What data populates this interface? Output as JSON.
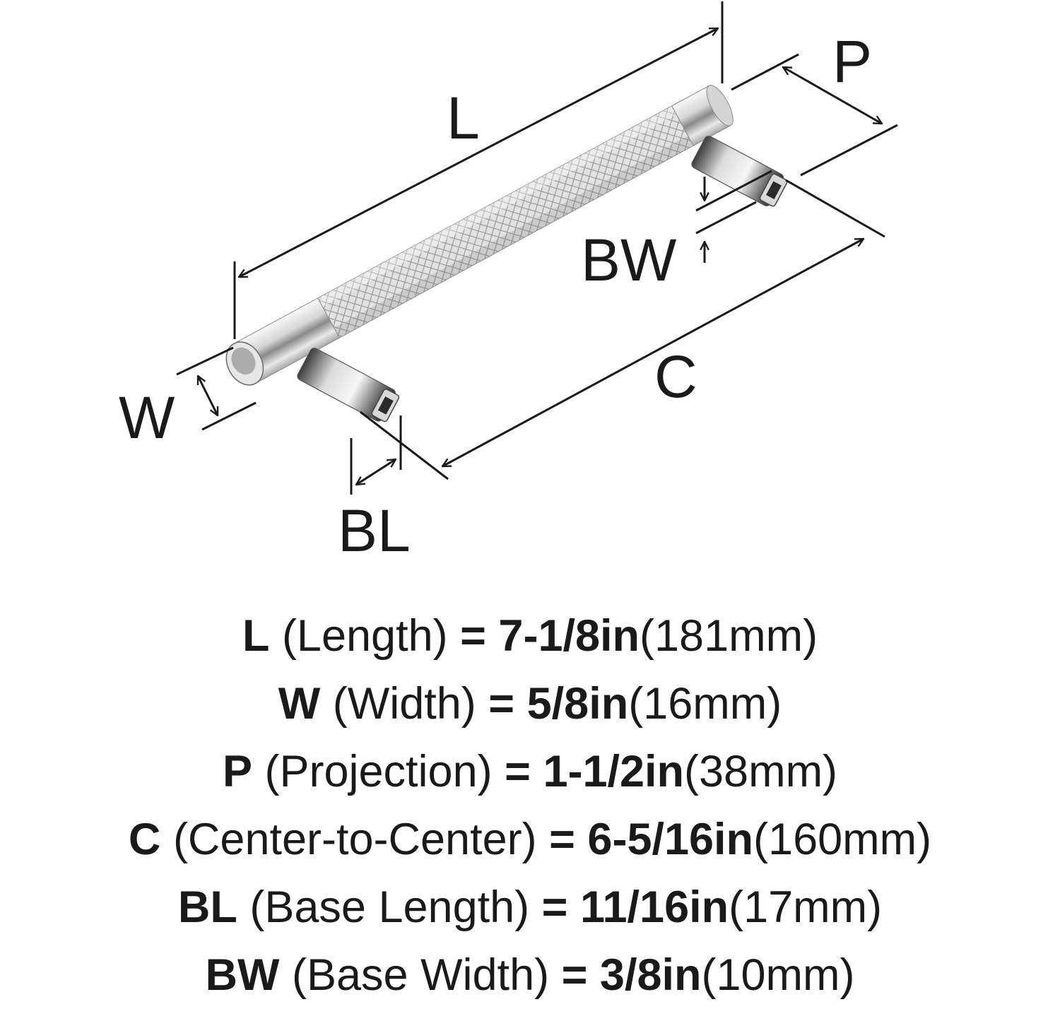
{
  "diagram": {
    "labels": {
      "L": "L",
      "P": "P",
      "BW": "BW",
      "W": "W",
      "BL": "BL",
      "C": "C"
    },
    "colors": {
      "line": "#1a1a1a",
      "metal_light": "#f4f4f4",
      "metal_mid": "#c9c9c9",
      "metal_dark": "#5a5a5a",
      "knurl": "#b8b8b8"
    }
  },
  "specs": [
    {
      "code": "L",
      "name": "(Length)",
      "eq": "=",
      "inches": "7-1/8in",
      "mm": "(181mm)"
    },
    {
      "code": "W",
      "name": "(Width)",
      "eq": "=",
      "inches": "5/8in",
      "mm": "(16mm)"
    },
    {
      "code": "P",
      "name": "(Projection)",
      "eq": "=",
      "inches": "1-1/2in",
      "mm": "(38mm)"
    },
    {
      "code": "C",
      "name": "(Center-to-Center)",
      "eq": "=",
      "inches": "6-5/16in",
      "mm": "(160mm)"
    },
    {
      "code": "BL",
      "name": "(Base Length)",
      "eq": "=",
      "inches": "11/16in",
      "mm": "(17mm)"
    },
    {
      "code": "BW",
      "name": "(Base Width)",
      "eq": "=",
      "inches": "3/8in",
      "mm": "(10mm)"
    }
  ]
}
